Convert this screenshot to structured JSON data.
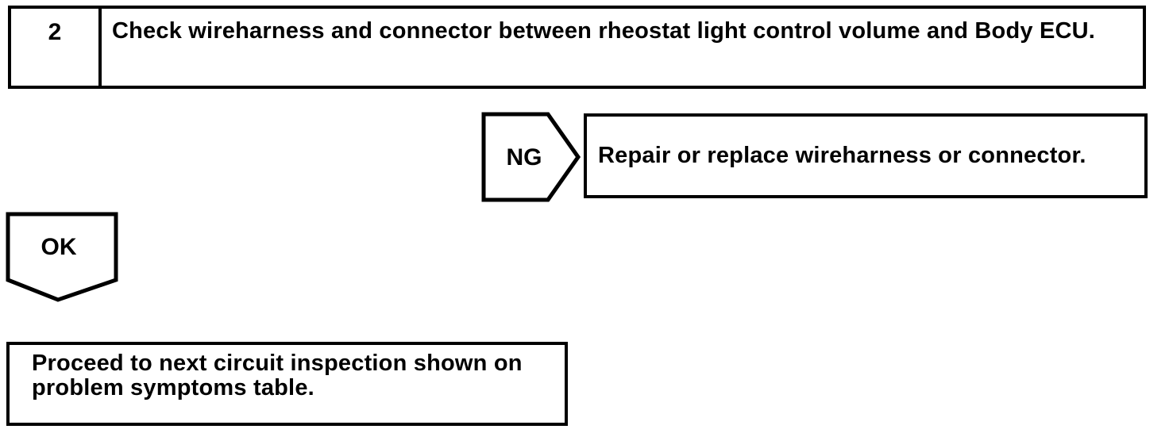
{
  "colors": {
    "line": "#000000",
    "text": "#000000",
    "background": "#ffffff"
  },
  "flowchart": {
    "step": {
      "number": "2",
      "instruction": "Check wireharness and connector between rheostat light control volume and Body ECU."
    },
    "ng_branch": {
      "label": "NG",
      "action": "Repair or replace wireharness or connector."
    },
    "ok_branch": {
      "label": "OK"
    },
    "result": {
      "action": "Proceed to next circuit inspection shown on problem symptoms table."
    }
  }
}
